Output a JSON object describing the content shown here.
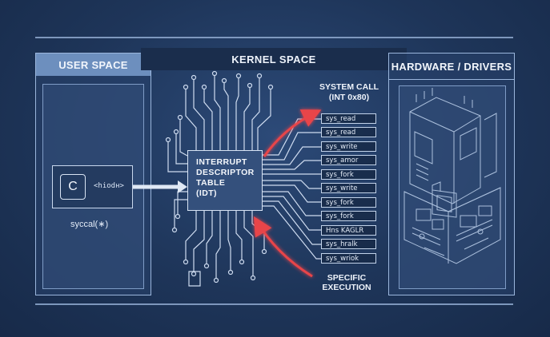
{
  "panels": {
    "user_space": {
      "title": "USER SPACE",
      "code_icon": "C",
      "code_label": "<hiodн>",
      "syscall_text": "syccal(∗)"
    },
    "kernel_space": {
      "title": "KERNEL SPACE",
      "idt_lines": [
        "INTERRUPT",
        "DESCRIPTOR",
        "TABLE",
        "(IDT)"
      ],
      "system_call_title": [
        "SYSTEM CALL",
        "(INT 0x80)"
      ],
      "table_entries": [
        "sys_read",
        "sys_read",
        "sys_write",
        "sys_amor",
        "sys_fork",
        "sys_write",
        "sys_fork",
        "sys_fork",
        "Hns KAGLR",
        "sys_hralk",
        "sys_wriok"
      ],
      "specific_execution": [
        "SPECIFIC",
        "EXECUTION"
      ]
    },
    "hardware": {
      "title": "HARDWARE / DRIVERS"
    }
  },
  "colors": {
    "background": "#1d3357",
    "panel_border": "#9bb6dc",
    "arrow_red": "#e8444a",
    "arrow_white": "#dfe8f5",
    "trace": "#cfdcf0"
  },
  "icons": {
    "c_code": "c-file-icon",
    "hardware": "circuit-board-icon"
  }
}
